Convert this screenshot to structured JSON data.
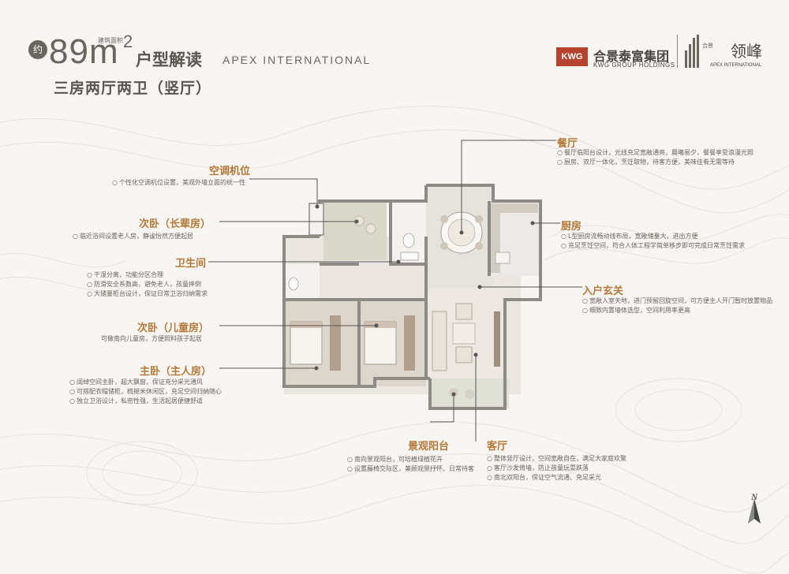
{
  "header": {
    "badge": "约",
    "area_number": "89m",
    "area_small_label": "建筑面积",
    "area_superscript": "2",
    "title_suffix": "户型解读",
    "english_name": "APEX INTERNATIONAL",
    "subtitle": "三房两厅两卫（竖厅）"
  },
  "branding": {
    "developer_logo": "KWG",
    "developer_cn": "合景泰富集团",
    "developer_en": "KWG GROUP HOLDINGS",
    "project_logo_text": "合景",
    "project_name": "领峰",
    "project_en": "APEX INTERNATIONAL"
  },
  "rooms": {
    "ac": {
      "label": "空调机位",
      "lines": [
        "个性化空调机位设置，美观外墙立面的统一性"
      ]
    },
    "elder_bedroom": {
      "label": "次卧（长辈房）",
      "lines": [
        "临近浴间设置老人房，静谧怡然方便起居"
      ]
    },
    "bathroom": {
      "label": "卫生间",
      "lines": [
        "干湿分离，功能分区合理",
        "防滑安全系数高，避免老人，孩童摔倒",
        "大储量柜台设计，保证日常卫浴归纳需求"
      ]
    },
    "child_bedroom": {
      "label": "次卧（儿童房）",
      "lines": [
        "可做南向儿童房，方便照料孩子起居"
      ]
    },
    "master_bedroom": {
      "label": "主卧（主人房）",
      "lines": [
        "阔绰空间主卧，超大飘窗，保证充分采光通风",
        "可搭配衣帽储柜，梳褪米休闲区，充足空间归纳随心",
        "独立卫浴设计，私密性强，生活起居便捷舒适"
      ]
    },
    "dining": {
      "label": "餐厅",
      "lines": [
        "餐厅临阳台设计，光线充足宽敞通亮，晨曦易夕，餐餐享受浪漫光照",
        "厨房、双厅一体化，烹饪取物，待客方便，美味佳肴无需等待"
      ]
    },
    "kitchen": {
      "label": "厨房",
      "lines": [
        "L型厨房流畅动线布局，宽敞储量大，进出方便",
        "充足烹饪空间，符合人体工程学简单移步即可完成日常烹饪需求"
      ]
    },
    "entrance": {
      "label": "入户玄关",
      "lines": [
        "宽敞入室天地，进门预留回旋空间，可方便主人开门暂时放置物品",
        "细致内置墙体选型，空间利用率更高"
      ]
    },
    "balcony": {
      "label": "景观阳台",
      "lines": [
        "南向景观阳台，可培植绿植花卉",
        "设置藤椅交际区，兼顾观景抒怀、日常待客"
      ]
    },
    "living": {
      "label": "客厅",
      "lines": [
        "整体竖厅设计，空间宽敞自在，满足大家庭欢聚",
        "客厅沙发倚墙，防止孩童玩耍跌落",
        "南北双阳台，保证空气流通、充足采光"
      ]
    }
  },
  "compass": {
    "label": "N"
  },
  "colors": {
    "accent": "#b47a3c",
    "brand_red": "#b5432e",
    "text": "#5a5550"
  }
}
